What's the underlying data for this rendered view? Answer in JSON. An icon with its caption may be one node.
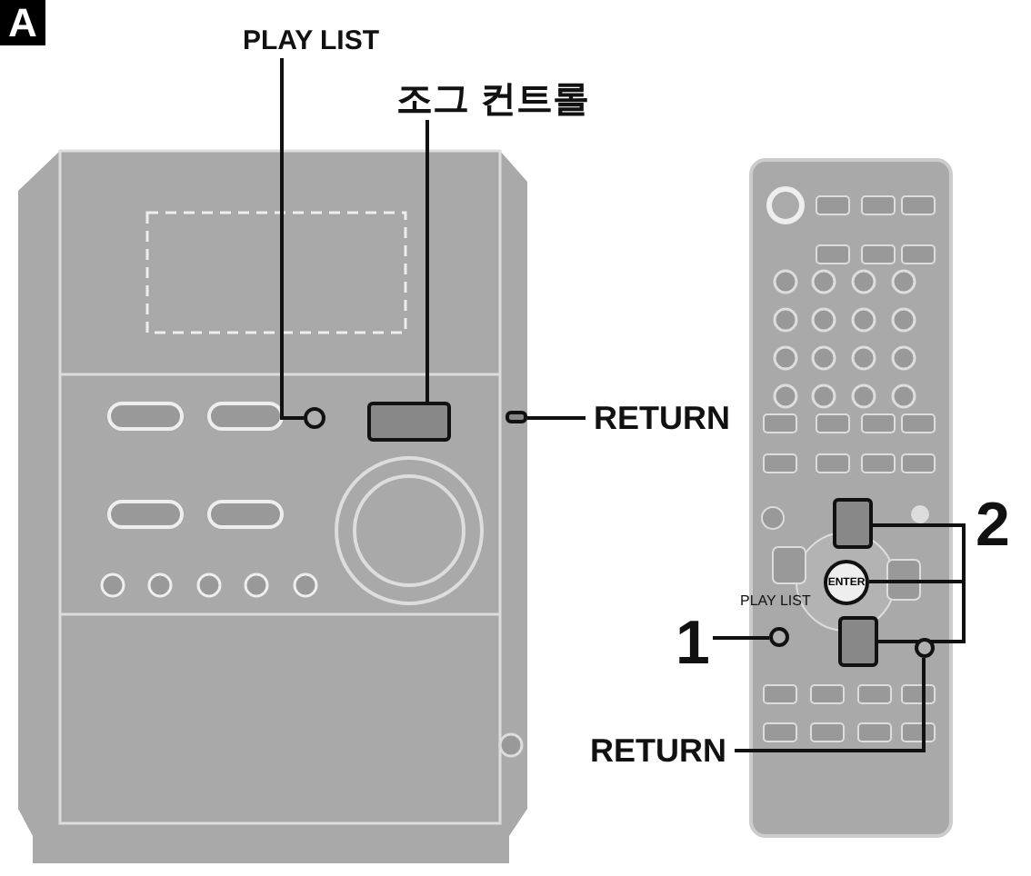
{
  "diagram": {
    "nodes": [
      {
        "text": [
          "PLAY LIST"
        ]
      },
      {
        "text": [
          "조그 컨트롤"
        ]
      },
      {
        "text": [],
        "shape": "circle"
      },
      {
        "text": [],
        "shape": "box"
      },
      {
        "text": [
          "RETURN"
        ]
      },
      {
        "text": [],
        "shape": "box"
      },
      {
        "text": [
          "1"
        ]
      },
      {
        "text": [],
        "shape": "circle"
      },
      {
        "text": [
          "2"
        ]
      },
      {
        "text": [],
        "shape": "box"
      },
      {
        "text": [
          "ENTER"
        ]
      },
      {
        "text": [],
        "shape": "box"
      },
      {
        "text": [
          "RETURN"
        ]
      },
      {
        "text": [],
        "shape": "circle"
      }
    ],
    "edges": [
      {
        "from": 0,
        "to": 2,
        "arrow": "none"
      },
      {
        "from": 1,
        "to": 3,
        "arrow": "none"
      },
      {
        "from": 4,
        "to": 5,
        "arrow": "none"
      },
      {
        "from": 6,
        "to": 7,
        "arrow": "none"
      },
      {
        "from": 8,
        "to": 9,
        "arrow": "none"
      },
      {
        "from": 8,
        "to": 10,
        "arrow": "none"
      },
      {
        "from": 8,
        "to": 11,
        "arrow": "none"
      },
      {
        "from": 12,
        "to": 13,
        "arrow": "none"
      }
    ],
    "labels": [
      "A",
      "PLAY LIST"
    ]
  }
}
